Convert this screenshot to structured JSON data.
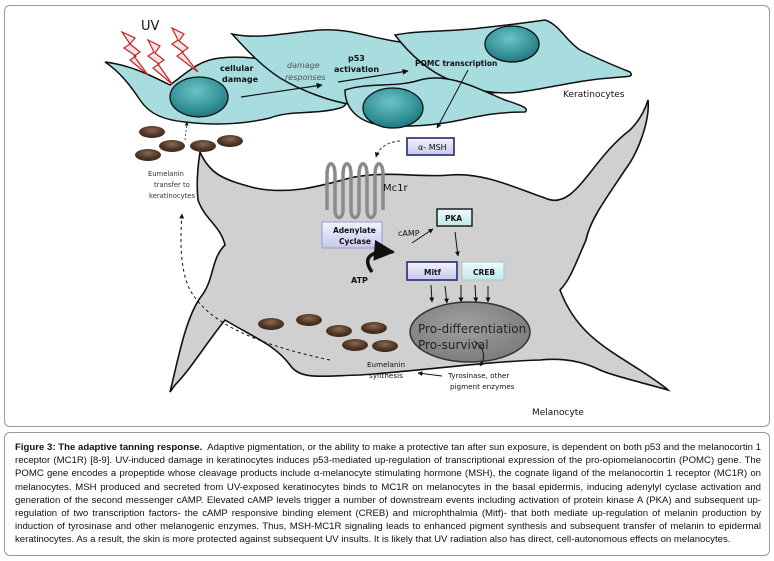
{
  "diagram": {
    "labels": {
      "uv": "UV",
      "cellular_damage": [
        "cellular",
        "damage"
      ],
      "damage_responses": [
        "damage",
        "responses"
      ],
      "p53_activation": [
        "p53",
        "activation"
      ],
      "pomc_transcription": "POMC transcription",
      "keratinocytes": "Keratinocytes",
      "alpha_msh": "α- MSH",
      "mc1r": "Mc1r",
      "eumelanin_transfer": [
        "Eumelanin",
        "transfer to",
        "keratinocytes"
      ],
      "adenylate_cyclase": [
        "Adenylate",
        "Cyclase"
      ],
      "camp": "cAMP",
      "pka": "PKA",
      "atp": "ATP",
      "mitf": "Mitf",
      "creb": "CREB",
      "pro_differentiation": "Pro-differentiation",
      "pro_survival": "Pro-survival",
      "tyrosinase": [
        "Tyrosinase, other",
        "pigment enzymes"
      ],
      "eumelanin_synthesis": [
        "Eumelanin",
        "synthesis"
      ],
      "melanocyte": "Melanocyte"
    },
    "colors": {
      "keratinocyte_fill": "#a8dde0",
      "nucleus_fill": "#3a9aa0",
      "melanocyte_fill": "#d0d0d0",
      "melanin_granule": "#5a3e2b",
      "box_lavender": "#dcdcf5",
      "box_border": "#3d3d7a",
      "box_cyan": "#cdeef0",
      "nucleus_melanocyte": "#8a8a8a",
      "lightning_outline": "#d02020"
    }
  },
  "caption": {
    "title": "Figure 3: The adaptive tanning response.",
    "body": "Adaptive pigmentation, or the ability to make a protective tan after sun exposure, is dependent on both p53 and the melanocortin 1 receptor (MC1R) [8-9].  UV-induced damage in  keratinocytes induces p53-mediated up-regulation of transcriptional expression of the pro-opiomelanocortin (POMC) gene.  The POMC gene encodes a propeptide whose cleavage products include  α-melanocyte stimulating hormone (MSH), the cognate ligand of the melanocortin 1 receptor (MC1R) on melanocytes.  MSH produced and secreted from UV-exposed keratinocytes binds to MC1R  on melanocytes in the basal epidermis, inducing adenylyl cyclase activation and generation of the second messenger cAMP.  Elevated cAMP levels trigger a number of downstream events including activation of protein kinase A (PKA) and subsequent up-regulation of two transcription factors- the cAMP responsive binding element (CREB) and microphthalmia (Mitf)- that both mediate up-regulation of melanin production by induction of tyrosinase and other melanogenic enzymes.  Thus, MSH-MC1R signaling leads to enhanced pigment synthesis and subsequent transfer of melanin to epidermal keratinocytes.  As a result, the skin is more protected against subsequent UV insults.  It is likely that UV radiation also has direct, cell-autonomous effects on melanocytes."
  }
}
